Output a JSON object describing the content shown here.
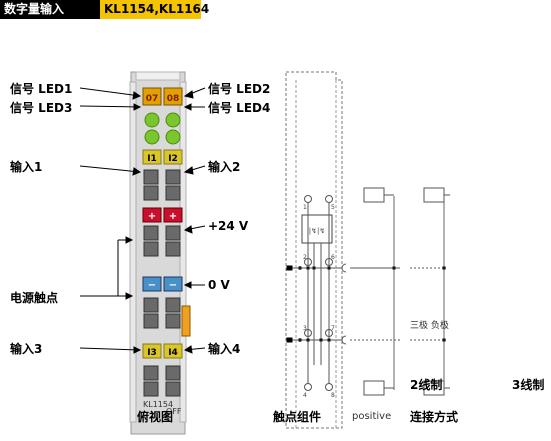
{
  "header": {
    "category": "数字量输入",
    "models": "KL1154,KL1164"
  },
  "labels": {
    "led1": "信号 LED1",
    "led2": "信号 LED2",
    "led3": "信号 LED3",
    "led4": "信号 LED4",
    "input1": "输入1",
    "input2": "输入2",
    "input3": "输入3",
    "input4": "输入4",
    "plus24v": "+24 V",
    "zerov": "0 V",
    "power_contacts": "电源触点",
    "front_view": "俯视图",
    "contact_component": "触点组件",
    "positive": "positive",
    "connection_method": "连接方式",
    "wire2": "2线制",
    "wire3": "3线制",
    "switch_label": "三极 负极"
  },
  "terminal": {
    "led_top": [
      "07",
      "08"
    ],
    "input_tags_top": [
      "I1",
      "I2"
    ],
    "input_tags_bottom": [
      "I3",
      "I4"
    ],
    "plus_signs": [
      "+",
      "+"
    ],
    "minus_signs": [
      "−",
      "−"
    ],
    "model_text": "KL1154",
    "off_text": "OFF"
  },
  "colors": {
    "header_bg": "#000000",
    "model_bg": "#f5c400",
    "terminal_body": "#d9d9d9",
    "led_orange": "#e2a100",
    "led_green": "#7bc62d",
    "input_yellow": "#d8c62a",
    "plus_red": "#c8102e",
    "minus_blue": "#4a90c8",
    "orange_tab": "#f0a020"
  }
}
